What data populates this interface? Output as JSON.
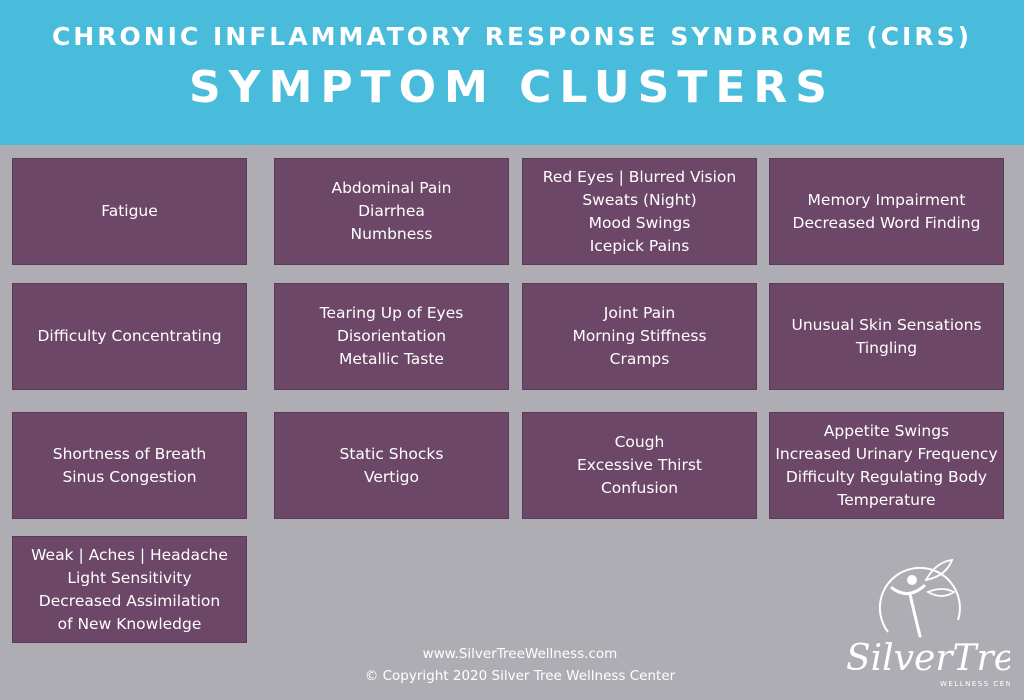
{
  "header": {
    "title_line1": "CHRONIC INFLAMMATORY RESPONSE SYNDROME (CIRS)",
    "title_line2": "SYMPTOM CLUSTERS"
  },
  "clusters": [
    {
      "items": [
        "Fatigue"
      ]
    },
    {
      "items": [
        "Abdominal Pain",
        "Diarrhea",
        "Numbness"
      ]
    },
    {
      "items": [
        "Red Eyes | Blurred Vision",
        "Sweats (Night)",
        "Mood Swings",
        "Icepick Pains"
      ]
    },
    {
      "items": [
        "Memory Impairment",
        "Decreased Word Finding"
      ]
    },
    {
      "items": [
        "Difficulty Concentrating"
      ]
    },
    {
      "items": [
        "Tearing Up of Eyes",
        "Disorientation",
        "Metallic Taste"
      ]
    },
    {
      "items": [
        "Joint Pain",
        "Morning Stiffness",
        "Cramps"
      ]
    },
    {
      "items": [
        "Unusual Skin Sensations",
        "Tingling"
      ]
    },
    {
      "items": [
        "Shortness of Breath",
        "Sinus Congestion"
      ]
    },
    {
      "items": [
        "Static Shocks",
        "Vertigo"
      ]
    },
    {
      "items": [
        "Cough",
        "Excessive Thirst",
        "Confusion"
      ]
    },
    {
      "items": [
        "Appetite Swings",
        "Increased Urinary Frequency",
        "Difficulty Regulating Body",
        "Temperature"
      ]
    },
    {
      "items": [
        "Weak | Aches | Headache",
        "Light Sensitivity",
        "Decreased Assimilation",
        "of New Knowledge"
      ]
    }
  ],
  "footer": {
    "website": "www.SilverTreeWellness.com",
    "copyright": "© Copyright  2020 Silver Tree Wellness Center"
  },
  "logo": {
    "name": "SilverTree",
    "tagline": "WELLNESS CENTER",
    "icon": "tree-figure-icon"
  },
  "colors": {
    "header_bg": "#49bcdc",
    "card_bg": "#6d4768",
    "page_bg": "#aeadb4"
  }
}
